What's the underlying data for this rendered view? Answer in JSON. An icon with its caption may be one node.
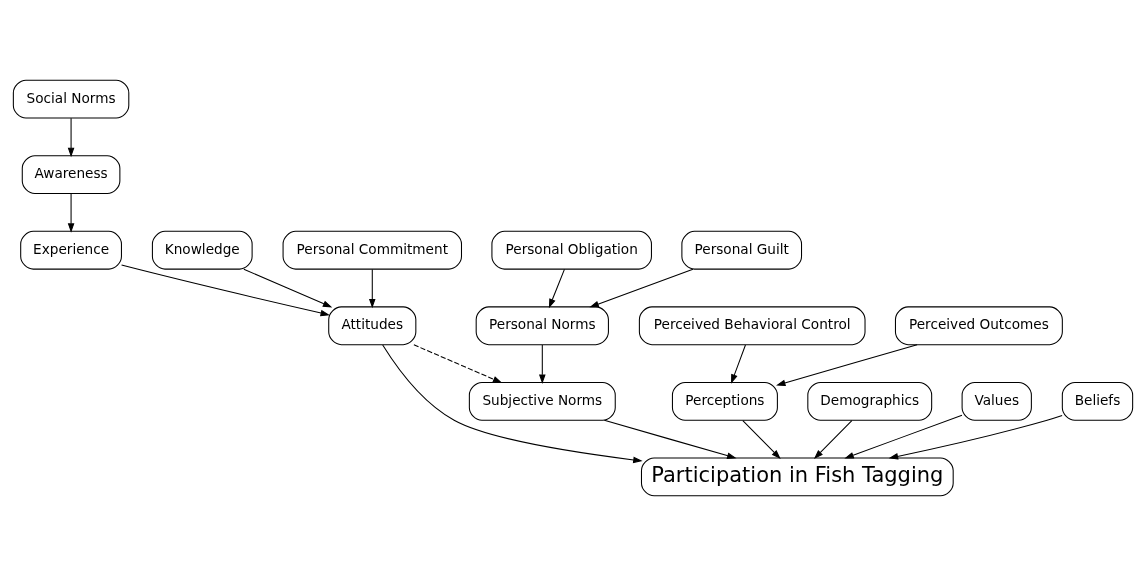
{
  "diagram": {
    "nodes": [
      {
        "text": [
          "Social Norms"
        ]
      },
      {
        "text": [
          "Awareness"
        ]
      },
      {
        "text": [
          "Experience"
        ]
      },
      {
        "text": [
          "Knowledge"
        ]
      },
      {
        "text": [
          "Attitudes"
        ]
      },
      {
        "text": [
          "Personal Commitment"
        ]
      },
      {
        "text": [
          "Perceived Behavioral Control"
        ]
      },
      {
        "text": [
          "Perceptions"
        ]
      },
      {
        "text": [
          "Subjective Norms"
        ]
      },
      {
        "text": [
          "Participation in Fish Tagging"
        ]
      },
      {
        "text": [
          "Perceived Outcomes"
        ]
      },
      {
        "text": [
          "Demographics"
        ]
      },
      {
        "text": [
          "Personal Norms"
        ]
      },
      {
        "text": [
          "Values"
        ]
      },
      {
        "text": [
          "Beliefs"
        ]
      },
      {
        "text": [
          "Personal Obligation"
        ]
      },
      {
        "text": [
          "Personal Guilt"
        ]
      }
    ],
    "edges": [
      {
        "from": 0,
        "to": 1,
        "arrow": "to"
      },
      {
        "from": 1,
        "to": 2,
        "arrow": "to"
      },
      {
        "from": 2,
        "to": 4,
        "arrow": "to"
      },
      {
        "from": 3,
        "to": 4,
        "arrow": "to"
      },
      {
        "from": 5,
        "to": 4,
        "arrow": "to"
      },
      {
        "from": 4,
        "to": 8,
        "arrow": "to",
        "style": "dashed"
      },
      {
        "from": 4,
        "to": 9,
        "arrow": "to"
      },
      {
        "from": 6,
        "to": 7,
        "arrow": "to"
      },
      {
        "from": 7,
        "to": 9,
        "arrow": "to"
      },
      {
        "from": 10,
        "to": 7,
        "arrow": "to"
      },
      {
        "from": 8,
        "to": 9,
        "arrow": "to"
      },
      {
        "from": 11,
        "to": 9,
        "arrow": "to"
      },
      {
        "from": 12,
        "to": 8,
        "arrow": "to"
      },
      {
        "from": 13,
        "to": 9,
        "arrow": "to"
      },
      {
        "from": 14,
        "to": 9,
        "arrow": "to"
      },
      {
        "from": 15,
        "to": 12,
        "arrow": "to"
      },
      {
        "from": 16,
        "to": 12,
        "arrow": "to"
      }
    ]
  }
}
